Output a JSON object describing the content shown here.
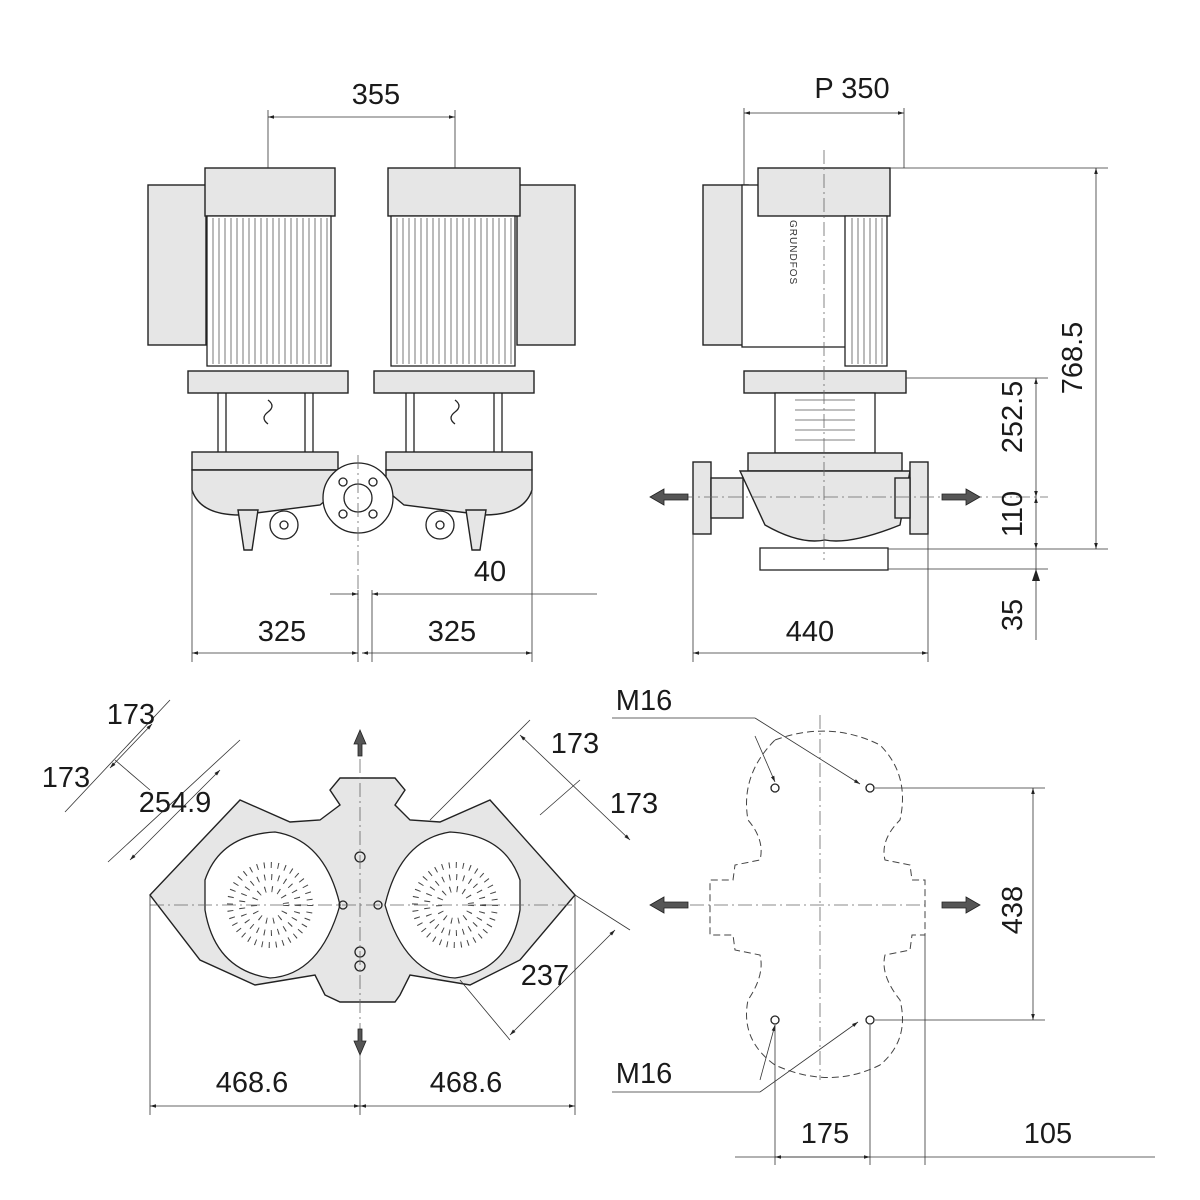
{
  "views": {
    "front": {
      "dims": {
        "motor_spacing": "355",
        "left_half": "325",
        "right_half": "325",
        "offset": "40"
      }
    },
    "side": {
      "dims": {
        "motor_width": "P 350",
        "total_height": "768.5",
        "shaft_height": "252.5",
        "port_height": "110",
        "base_height": "35",
        "length": "440"
      },
      "brand": "GRUNDFOS"
    },
    "top": {
      "dims": {
        "d173_a": "173",
        "d173_b": "173",
        "d254": "254.9",
        "d173_c": "173",
        "d173_d": "173",
        "d237": "237",
        "width_left": "468.6",
        "width_right": "468.6"
      }
    },
    "foundation": {
      "dims": {
        "bolt_top": "M16",
        "bolt_bottom": "M16",
        "bolt_spacing": "438",
        "x_spacing": "175",
        "x_offset": "105"
      }
    }
  }
}
